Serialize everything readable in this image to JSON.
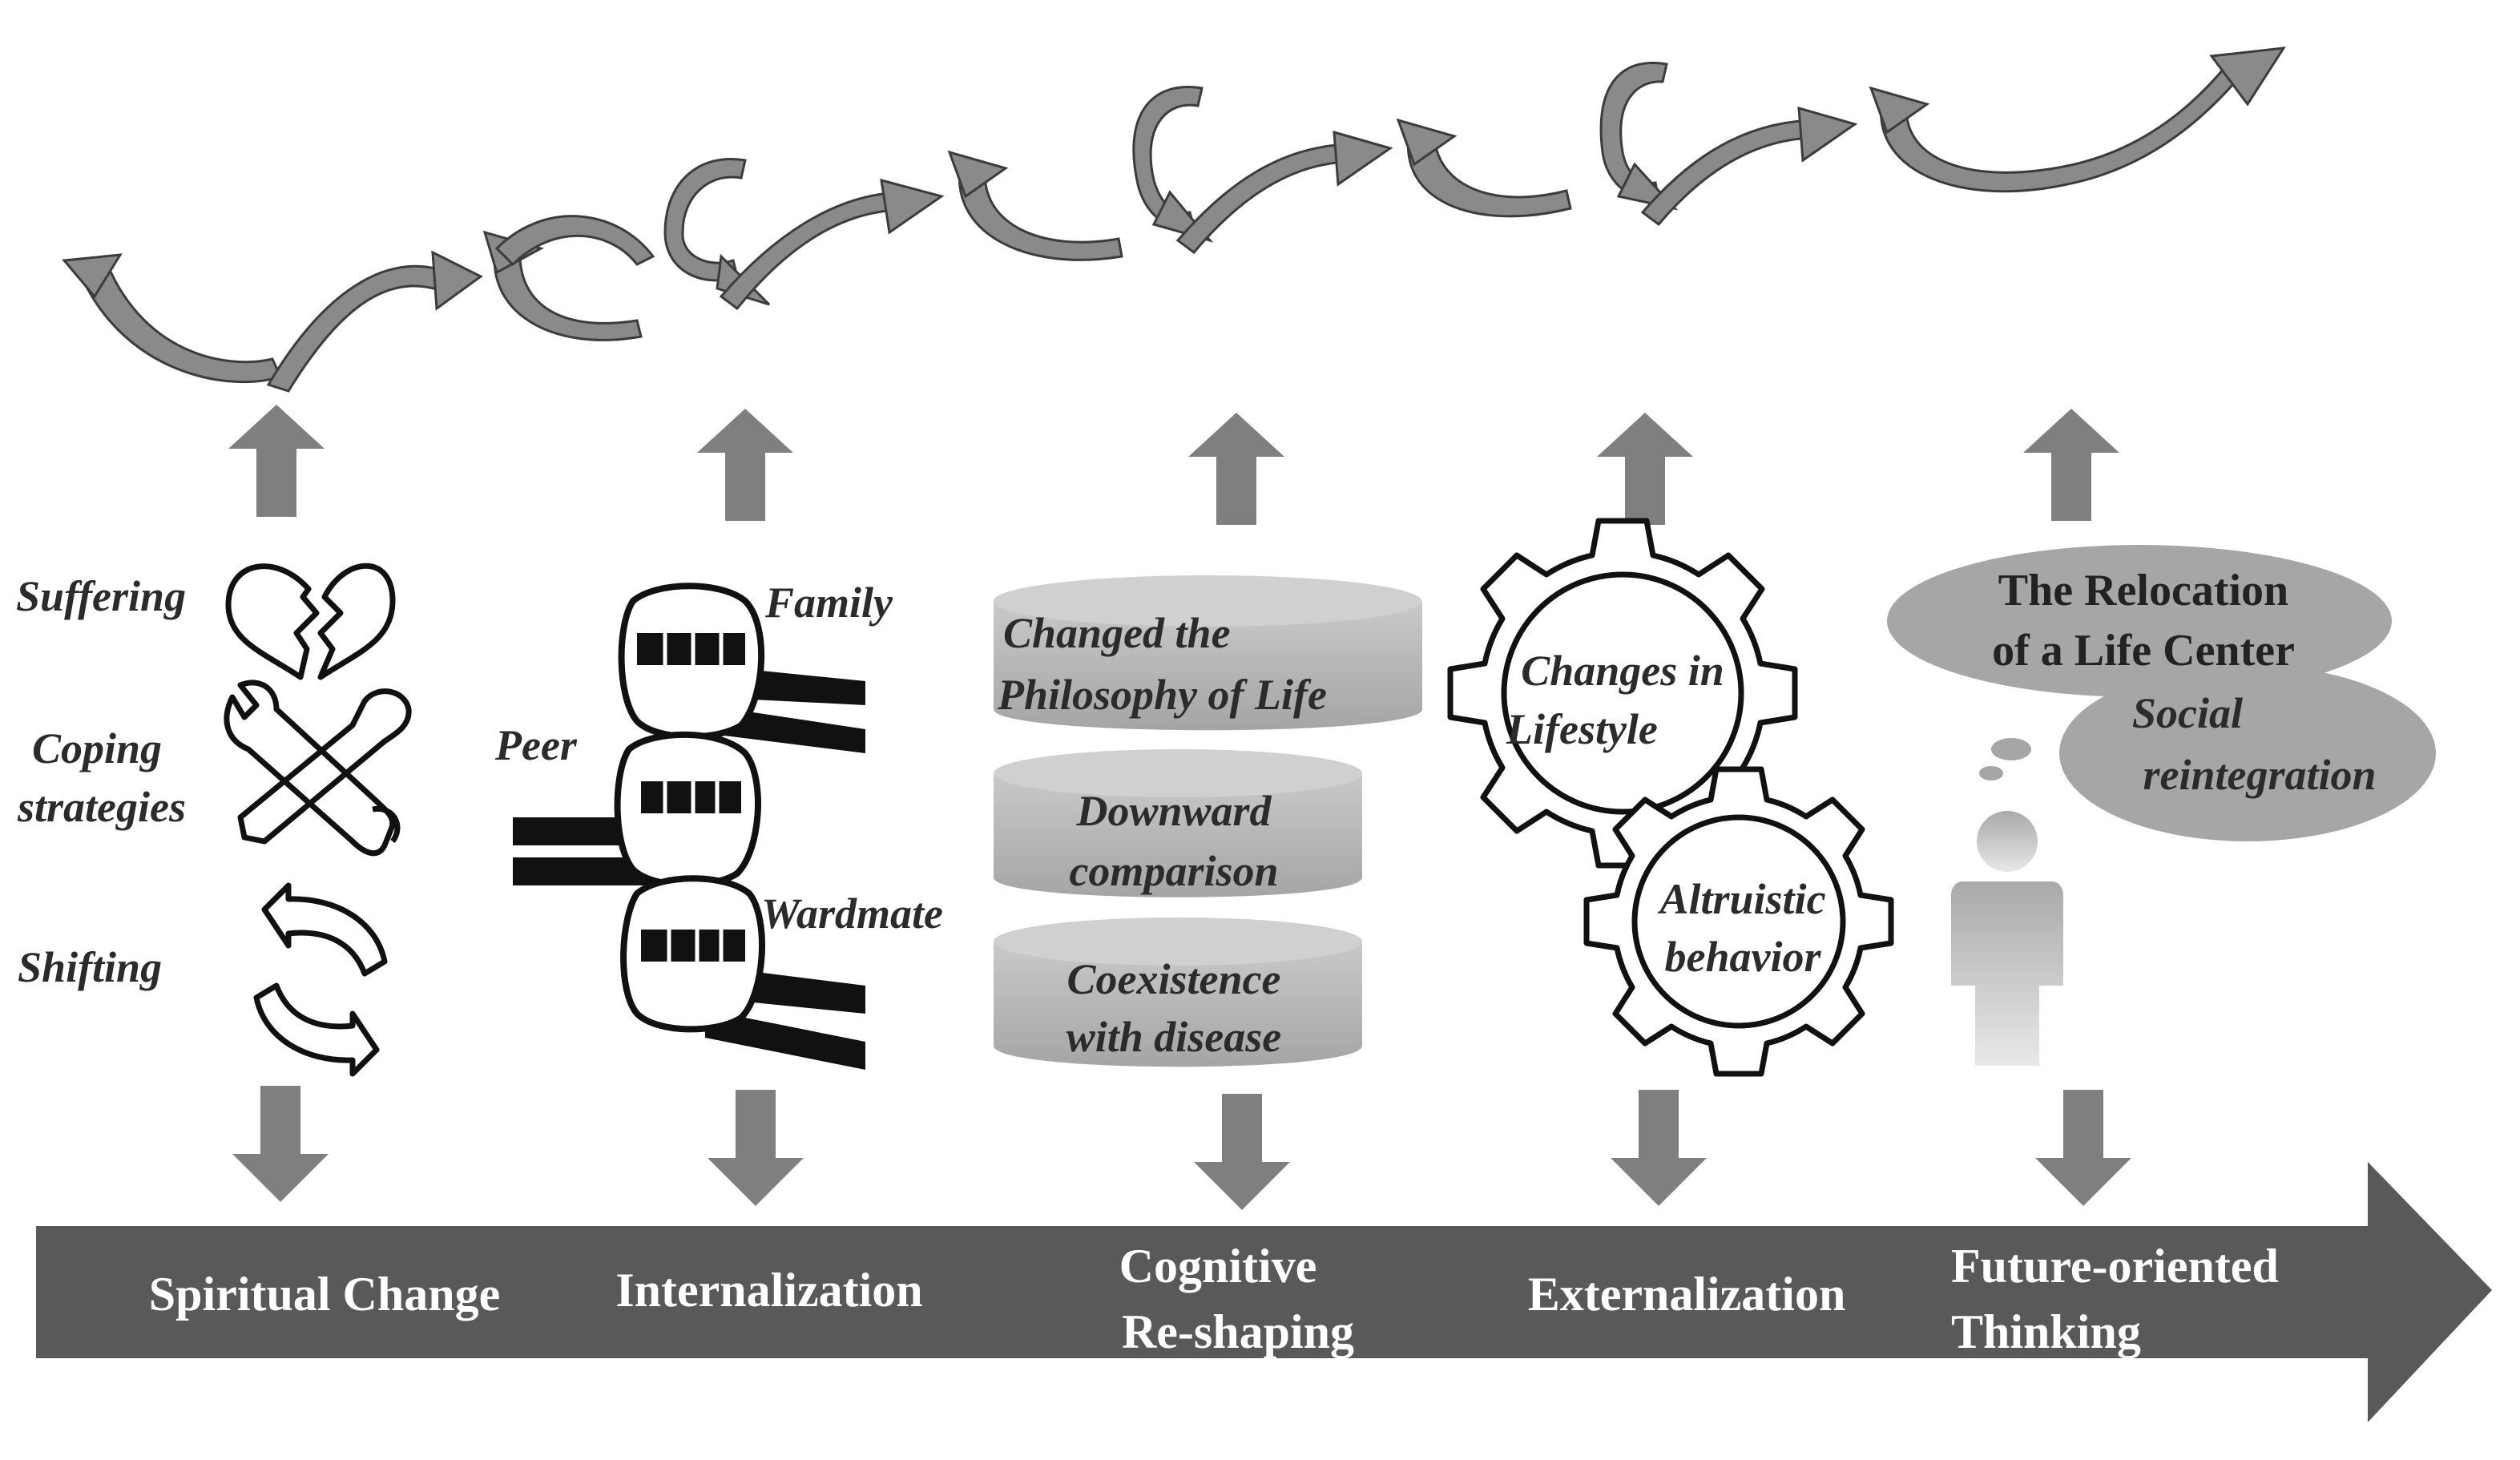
{
  "stages": {
    "spiritual_change": "Spiritual Change",
    "internalization": "Internalization",
    "cognitive_reshaping": [
      "Cognitive",
      "Re-shaping"
    ],
    "externalization": "Externalization",
    "future_oriented": [
      "Future-oriented",
      "Thinking"
    ]
  },
  "spiritual_change": {
    "suffering": "Suffering",
    "coping": [
      "Coping",
      "strategies"
    ],
    "shifting": "Shifting"
  },
  "internalization": {
    "family": "Family",
    "peer": "Peer",
    "wardmate": "Wardmate"
  },
  "cognitive_reshaping": {
    "cylinder_1": [
      "Changed the",
      "Philosophy of Life"
    ],
    "cylinder_2": [
      "Downward",
      "comparison"
    ],
    "cylinder_3": [
      "Coexistence",
      "with disease"
    ]
  },
  "externalization": {
    "gear_1": [
      "Changes in",
      "Lifestyle"
    ],
    "gear_2": [
      "Altruistic",
      "behavior"
    ]
  },
  "future_oriented": {
    "bubble_1": [
      "The Relocation",
      "of a Life Center"
    ],
    "bubble_2": [
      "Social",
      "reintegration"
    ]
  },
  "colors": {
    "band": "#595959",
    "arrow": "#7f7f7f",
    "cylinder": "#b4b4b4",
    "bubble": "#a6a6a6",
    "person": "#b8b8b8"
  }
}
